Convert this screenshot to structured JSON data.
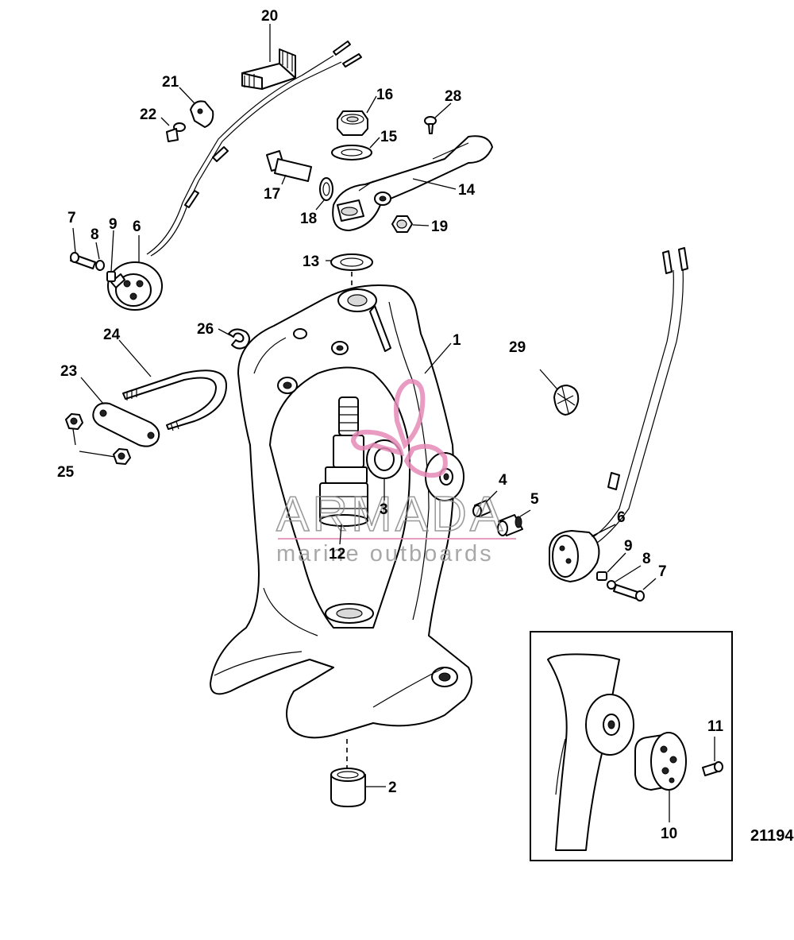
{
  "callouts": {
    "c1": "1",
    "c2": "2",
    "c3": "3",
    "c4": "4",
    "c5": "5",
    "c6a": "6",
    "c6b": "6",
    "c7a": "7",
    "c7b": "7",
    "c8a": "8",
    "c8b": "8",
    "c9a": "9",
    "c9b": "9",
    "c10": "10",
    "c11": "11",
    "c12": "12",
    "c13": "13",
    "c14": "14",
    "c15": "15",
    "c16": "16",
    "c17": "17",
    "c18": "18",
    "c19": "19",
    "c20": "20",
    "c21": "21",
    "c22": "22",
    "c23": "23",
    "c24": "24",
    "c25": "25",
    "c26": "26",
    "c28": "28",
    "c29": "29"
  },
  "figure_id": "21194",
  "watermark": {
    "brand": "ARMADA",
    "tagline": "marine outboards",
    "accent_color": "#e68ab8"
  }
}
